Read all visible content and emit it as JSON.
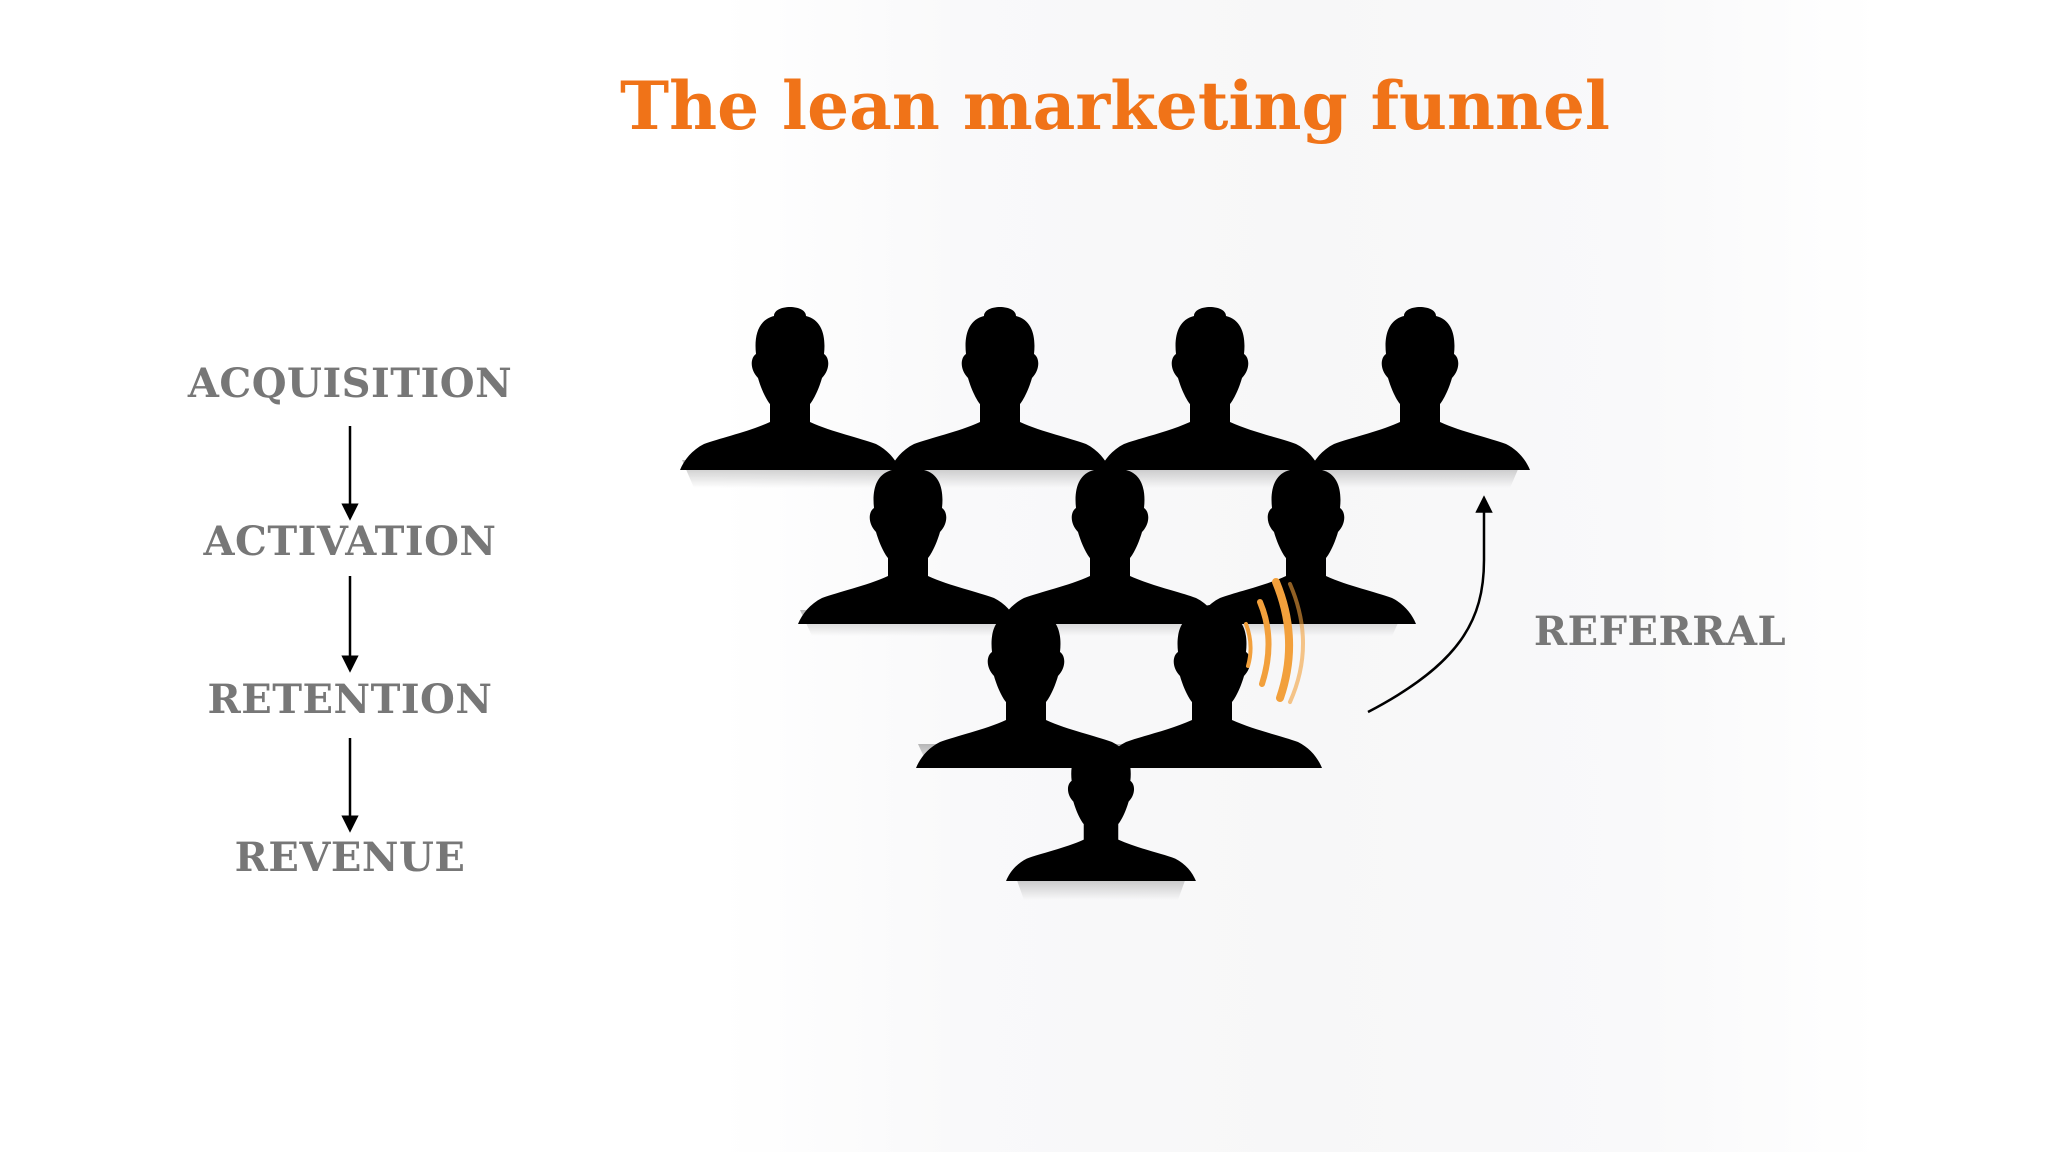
{
  "title": "The lean marketing funnel",
  "stages": [
    "ACQUISITION",
    "ACTIVATION",
    "RETENTION",
    "REVENUE"
  ],
  "referral": "REFERRAL",
  "colors": {
    "title": "#f07318",
    "labels": "#777777",
    "silhouette": "#000000",
    "signal": "#f2a03c",
    "arrow": "#000000"
  },
  "icons": [
    "person-silhouette-icon",
    "signal-waves-icon",
    "down-arrow-icon",
    "curved-arrow-icon"
  ]
}
